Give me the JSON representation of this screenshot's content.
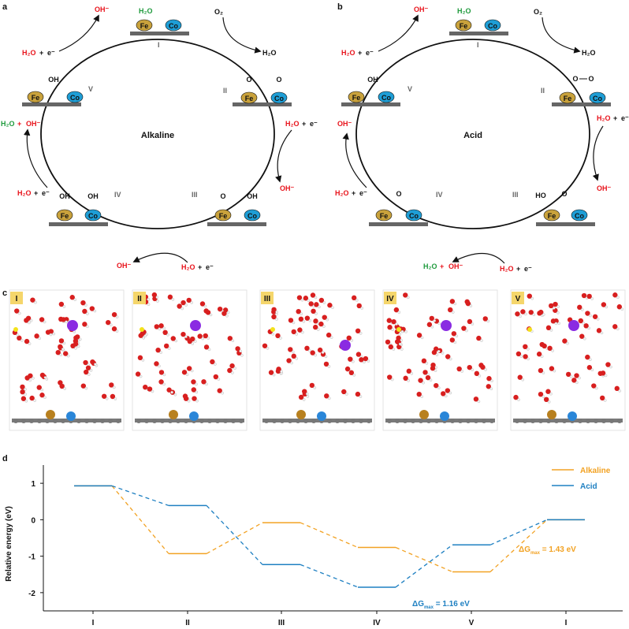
{
  "panel_labels": {
    "a": "a",
    "b": "b",
    "c": "c",
    "d": "d"
  },
  "panel_a": {
    "center": "Alkaline",
    "states": [
      "I",
      "II",
      "III",
      "IV",
      "V"
    ],
    "metals": {
      "fe": "Fe",
      "co": "Co"
    },
    "species": {
      "oh_minus": "OH⁻",
      "h2o": "H₂O",
      "o2": "O₂",
      "e": "e⁻",
      "plus": " + ",
      "o": "O",
      "oh": "OH"
    }
  },
  "panel_b": {
    "center": "Acid",
    "states": [
      "I",
      "II",
      "III",
      "IV",
      "V"
    ],
    "species": {
      "ho": "HO"
    }
  },
  "panel_c": {
    "snapshots": [
      "I",
      "II",
      "III",
      "IV",
      "V"
    ]
  },
  "chart_data": {
    "type": "line",
    "categories": [
      "I",
      "II",
      "III",
      "IV",
      "V",
      "I"
    ],
    "ylabel": "Relative energy (eV)",
    "ylim": [
      -2.5,
      1.5
    ],
    "yticks": [
      1,
      0,
      -1,
      -2
    ],
    "series": [
      {
        "name": "Alkaline",
        "color": "#f2a223",
        "values": [
          0.93,
          -0.93,
          -0.08,
          -0.76,
          -1.43,
          0.0
        ]
      },
      {
        "name": "Acid",
        "color": "#1f80c2",
        "values": [
          0.93,
          0.39,
          -1.23,
          -1.85,
          -0.69,
          0.0
        ]
      }
    ],
    "annotations": [
      {
        "series": "Alkaline",
        "text": "ΔG",
        "sub": "max",
        "value": " = 1.43 eV"
      },
      {
        "series": "Acid",
        "text": "ΔG",
        "sub": "max",
        "value": " = 1.16 eV"
      }
    ]
  }
}
